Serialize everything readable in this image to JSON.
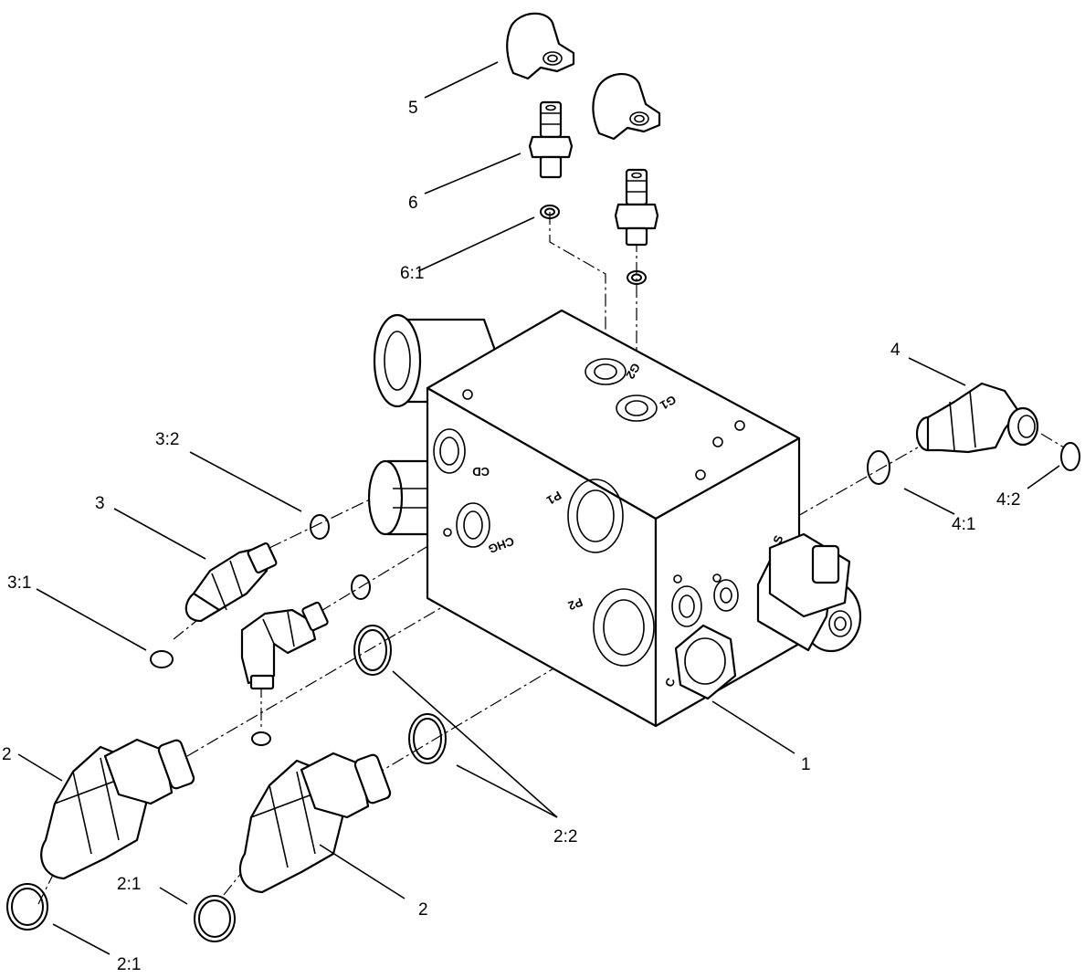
{
  "diagram": {
    "callouts": {
      "c1": "1",
      "c2a": "2",
      "c2b": "2",
      "c2_1a": "2:1",
      "c2_1b": "2:1",
      "c2_2": "2:2",
      "c3": "3",
      "c3_1": "3:1",
      "c3_2": "3:2",
      "c4": "4",
      "c4_1": "4:1",
      "c4_2": "4:2",
      "c5": "5",
      "c6": "6",
      "c6_1": "6:1"
    },
    "port_stamps": {
      "cd": "CD",
      "p1": "P1",
      "chg": "CHG",
      "p2": "P2",
      "g1": "G1",
      "g2": "G2",
      "c": "C",
      "s": "S"
    }
  }
}
